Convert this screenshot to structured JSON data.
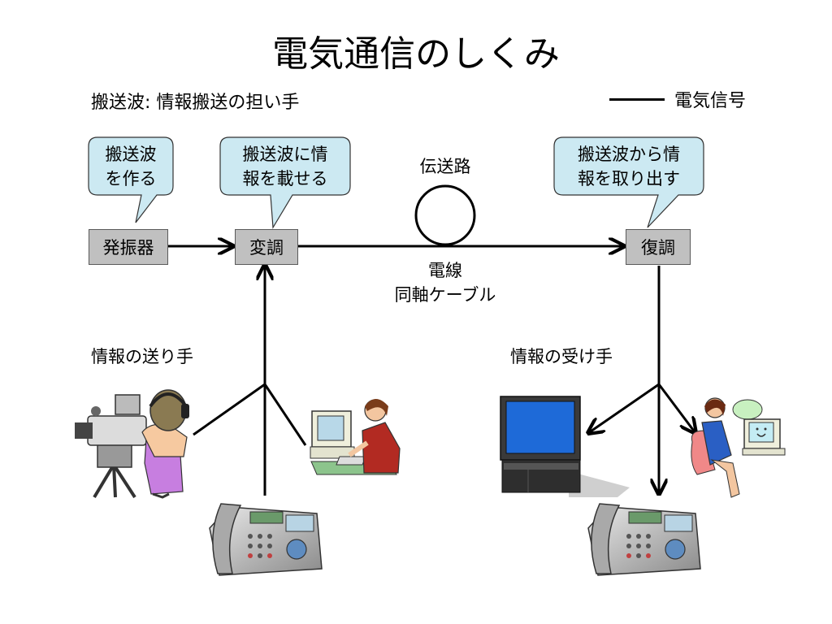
{
  "title": "電気通信のしくみ",
  "subtitle": "搬送波: 情報搬送の担い手",
  "legend": {
    "label": "電気信号"
  },
  "boxes": {
    "oscillator": "発振器",
    "modulator": "変調",
    "demodulator": "復調"
  },
  "callouts": {
    "oscillator": [
      "搬送波",
      "を作る"
    ],
    "modulator": [
      "搬送波に情",
      "報を載せる"
    ],
    "demodulator": [
      "搬送波から情",
      "報を取り出す"
    ]
  },
  "transmission_path": "伝送路",
  "line_labels": [
    "電線",
    "同軸ケーブル"
  ],
  "sender_label": "情報の送り手",
  "receiver_label": "情報の受け手",
  "colors": {
    "box_fill": "#c0c0c0",
    "callout_fill": "#cce9f2",
    "line": "#000000"
  },
  "icons": [
    "video-camera-operator-icon",
    "computer-user-icon",
    "telephone-icon",
    "television-icon",
    "woman-with-computer-icon"
  ]
}
